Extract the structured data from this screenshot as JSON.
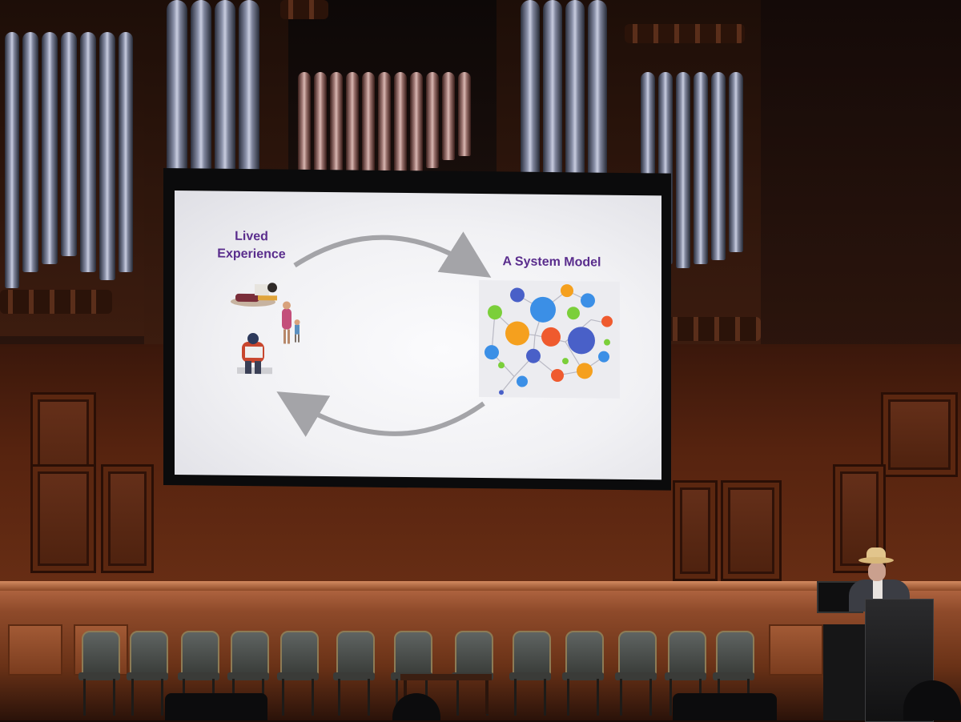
{
  "slide": {
    "left_label_line1": "Lived",
    "left_label_line2": "Experience",
    "right_label": "A System Model"
  },
  "colors": {
    "label_purple": "#5a2d8d",
    "arrow_gray": "#a4a4a8",
    "node_blue": "#3b8fe6",
    "node_orange": "#f5a01e",
    "node_red": "#ef5a2e",
    "node_green": "#7bcf3a",
    "node_navy": "#4960c8"
  },
  "icons": {
    "illustration_left": "people-illustration",
    "illustration_right": "network-graph"
  }
}
